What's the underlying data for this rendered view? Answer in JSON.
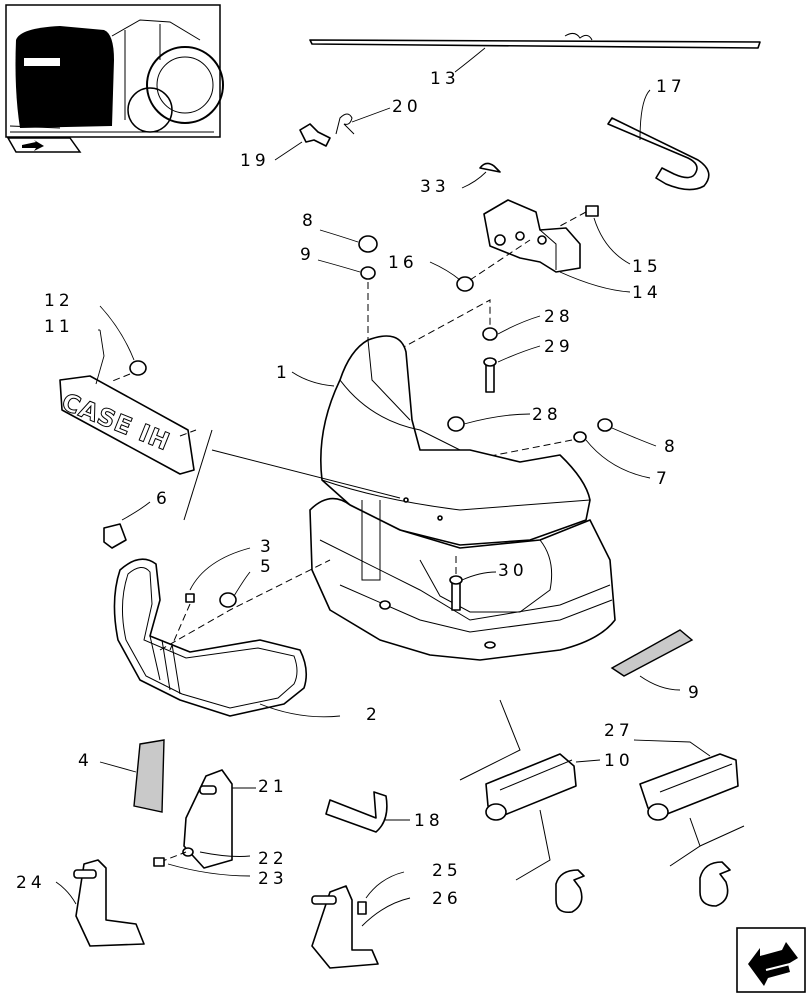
{
  "callouts": [
    "1",
    "2",
    "3",
    "4",
    "5",
    "6",
    "7",
    "8",
    "8",
    "9",
    "9",
    "10",
    "11",
    "12",
    "13",
    "14",
    "15",
    "16",
    "17",
    "18",
    "19",
    "20",
    "21",
    "22",
    "23",
    "24",
    "25",
    "26",
    "27",
    "28",
    "28",
    "29",
    "30",
    "33"
  ],
  "logo_text": "CASE IH",
  "icons": {
    "thumbnail": "tractor-hood-thumbnail-icon",
    "nav": "next-page-arrow-icon"
  }
}
